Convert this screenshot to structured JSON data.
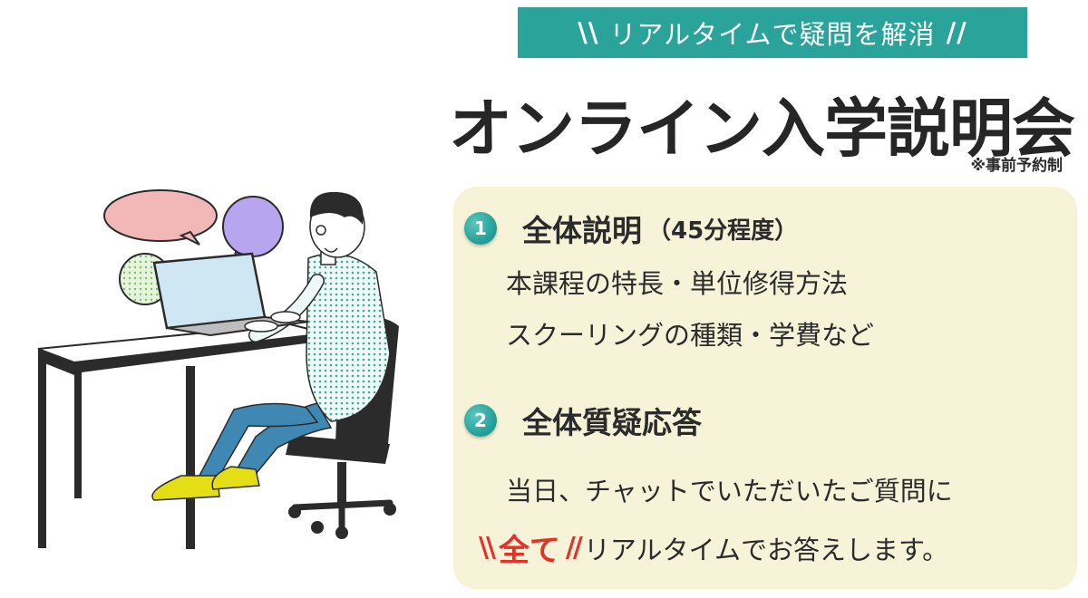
{
  "ribbon": {
    "text": "リアルタイムで疑問を解消",
    "slash_left": "\\\\",
    "slash_right": "//"
  },
  "title": "オンライン入学説明会",
  "note": "※事前予約制",
  "sections": [
    {
      "number": "1",
      "title": "全体説明",
      "subtitle": "（45分程度）",
      "lines": [
        "本課程の特長・単位修得方法",
        "スクーリングの種類・学費など"
      ]
    },
    {
      "number": "2",
      "title": "全体質疑応答",
      "lines": [
        "当日、チャットでいただいたご質問に"
      ]
    }
  ],
  "emphasis": {
    "slash_left": "\\\\",
    "word": "全て",
    "slash_right": "//",
    "rest": "リアルタイムでお答えします。"
  },
  "colors": {
    "teal": "#2aa39b",
    "panel": "#f7f3d9",
    "accent_red": "#e2322a",
    "bubble_pink": "#f2b8b8",
    "bubble_purple": "#b7a5ef",
    "bubble_green": "#cde9c0"
  },
  "illustration": {
    "icons": [
      "person-icon",
      "laptop-icon",
      "desk-icon",
      "chair-icon",
      "speech-bubble-icon"
    ]
  }
}
